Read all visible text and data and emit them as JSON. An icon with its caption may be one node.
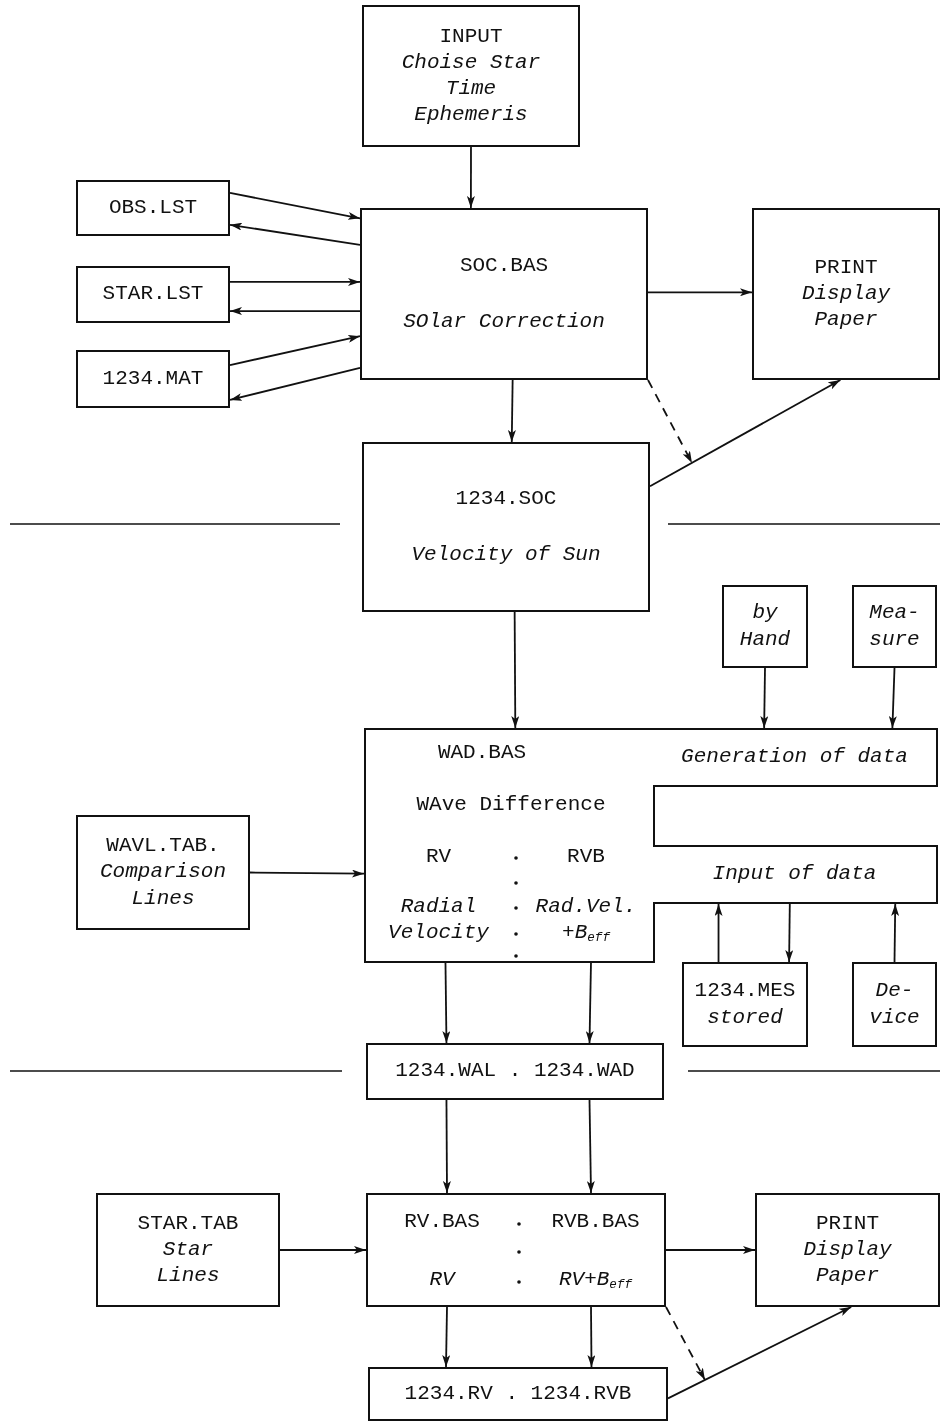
{
  "diagram": {
    "nodes": [
      {
        "text": [
          "INPUT",
          "Choise Star",
          "Time",
          "Ephemeris"
        ]
      },
      {
        "text": [
          "OBS.LST"
        ]
      },
      {
        "text": [
          "STAR.LST"
        ]
      },
      {
        "text": [
          "1234.MAT"
        ]
      },
      {
        "text": [
          "SOC.BAS",
          "SOlar Correction"
        ]
      },
      {
        "text": [
          "PRINT",
          "Display",
          "Paper"
        ]
      },
      {
        "text": [
          "1234.SOC",
          "Velocity of Sun"
        ]
      },
      {
        "text": [
          "by Hand"
        ]
      },
      {
        "text": [
          "Mea- sure"
        ]
      },
      {
        "text": [
          "WAD.BAS",
          "WAve Difference",
          "RV",
          "RVB",
          "Radial Velocity",
          "Rad.Vel. +B$_{eff}$"
        ]
      },
      {
        "text": [
          "Generation of data"
        ]
      },
      {
        "text": [
          "Input of data"
        ]
      },
      {
        "text": [
          "WAVL.TAB.",
          "Comparison",
          "Lines"
        ]
      },
      {
        "text": [
          "1234.MES",
          "stored"
        ]
      },
      {
        "text": [
          "De- vice"
        ]
      },
      {
        "text": [
          "1234.WAL . 1234.WAD"
        ]
      },
      {
        "text": [
          "STAR.TAB",
          "Star",
          "Lines"
        ]
      },
      {
        "text": [
          "RV.BAS",
          "RVB.BAS",
          "RV",
          "RV+B$_{eff}$"
        ]
      },
      {
        "text": [
          "PRINT",
          "Display",
          "Paper"
        ]
      },
      {
        "text": [
          "1234.RV . 1234.RVB"
        ]
      }
    ],
    "edges": [
      {
        "from": 0,
        "to": 4,
        "arrow": "to"
      },
      {
        "from": 1,
        "to": 4,
        "arrow": "to"
      },
      {
        "from": 4,
        "to": 1,
        "arrow": "to"
      },
      {
        "from": 2,
        "to": 4,
        "arrow": "to"
      },
      {
        "from": 4,
        "to": 2,
        "arrow": "to"
      },
      {
        "from": 3,
        "to": 4,
        "arrow": "to"
      },
      {
        "from": 4,
        "to": 3,
        "arrow": "to"
      },
      {
        "from": 4,
        "to": 5,
        "arrow": "to"
      },
      {
        "from": 4,
        "to": 6,
        "arrow": "to"
      },
      {
        "from": 4,
        "to": null,
        "arrow": "to",
        "style": "dashed"
      },
      {
        "from": 6,
        "to": 5,
        "arrow": "to"
      },
      {
        "from": 6,
        "to": 9,
        "arrow": "to"
      },
      {
        "from": 7,
        "to": 10,
        "arrow": "to"
      },
      {
        "from": 8,
        "to": 10,
        "arrow": "to"
      },
      {
        "from": 12,
        "to": 9,
        "arrow": "to"
      },
      {
        "from": 13,
        "to": 11,
        "arrow": "to"
      },
      {
        "from": 11,
        "to": 13,
        "arrow": "to"
      },
      {
        "from": 14,
        "to": 11,
        "arrow": "to"
      },
      {
        "from": 9,
        "to": 15,
        "arrow": "to"
      },
      {
        "from": 9,
        "to": 15,
        "arrow": "to"
      },
      {
        "from": 15,
        "to": 17,
        "arrow": "to"
      },
      {
        "from": 15,
        "to": 17,
        "arrow": "to"
      },
      {
        "from": 16,
        "to": 17,
        "arrow": "to"
      },
      {
        "from": 17,
        "to": 18,
        "arrow": "to"
      },
      {
        "from": 17,
        "to": 19,
        "arrow": "to"
      },
      {
        "from": 17,
        "to": 19,
        "arrow": "to"
      },
      {
        "from": 17,
        "to": null,
        "arrow": "to",
        "style": "dashed"
      },
      {
        "from": 19,
        "to": 18,
        "arrow": "to"
      }
    ]
  }
}
